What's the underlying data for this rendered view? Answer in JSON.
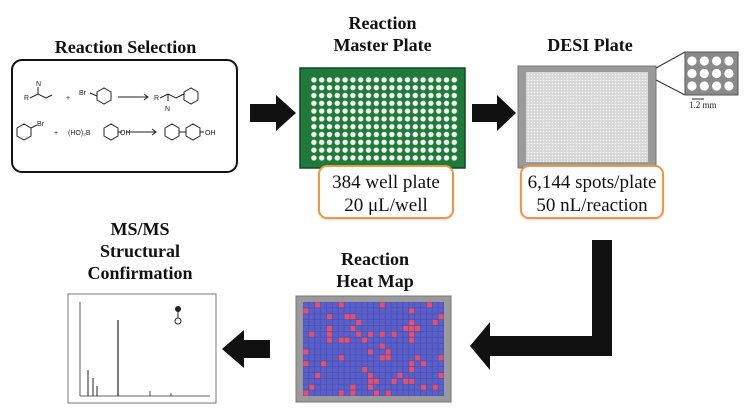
{
  "stages": {
    "reaction_selection": {
      "title": "Reaction Selection"
    },
    "master_plate": {
      "title_line1": "Reaction",
      "title_line2": "Master Plate",
      "info_line1": "384 well plate",
      "info_line2": "20 μL/well"
    },
    "desi_plate": {
      "title": "DESI Plate",
      "info_line1": "6,144 spots/plate",
      "info_line2": "50 nL/reaction",
      "scale_label": "1.2 mm"
    },
    "heat_map": {
      "title_line1": "Reaction",
      "title_line2": "Heat Map"
    },
    "msms": {
      "title_line1": "MS/MS",
      "title_line2": "Structural",
      "title_line3": "Confirmation"
    }
  },
  "chemistry": {
    "reagent_boronic": "(HO)₂B",
    "group_oh": "OH",
    "atom_br": "Br",
    "atom_n": "N"
  },
  "colors": {
    "plate_green": "#1f7a3a",
    "box_border": "#e89a44",
    "arrow": "#111111",
    "heatmap_bg": "#4a4fb8",
    "heatmap_hit": "#e8506a",
    "desi_plate": "#d6d6d6"
  }
}
